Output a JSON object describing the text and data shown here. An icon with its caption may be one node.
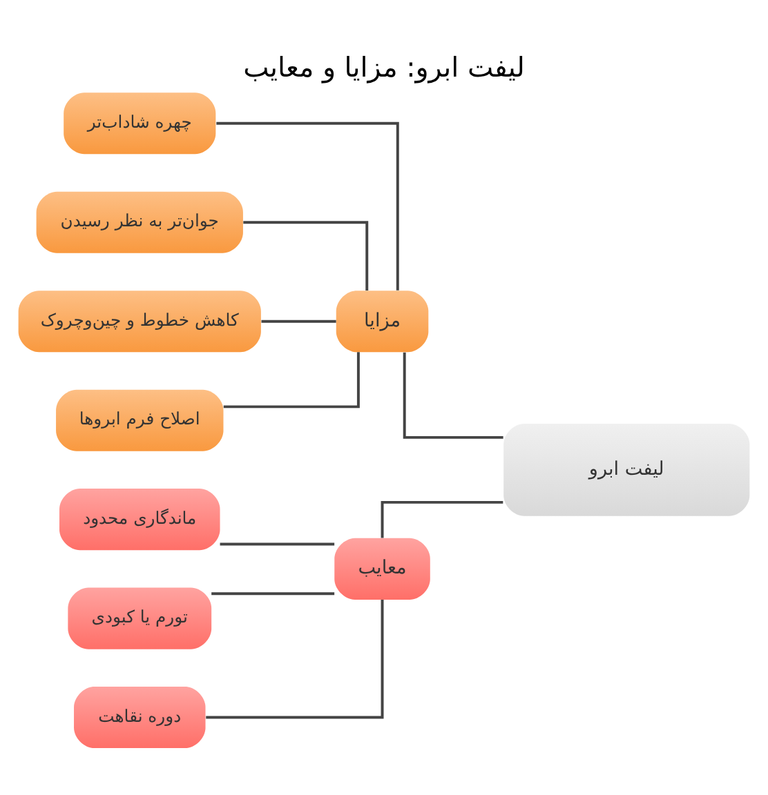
{
  "diagram": {
    "title": "لیفت ابرو: مزایا و معایب",
    "nodes": [
      {
        "text": [
          "لیفت ابرو"
        ]
      },
      {
        "text": [
          "مزایا"
        ]
      },
      {
        "text": [
          "چهره شاداب‌تر"
        ]
      },
      {
        "text": [
          "جوان‌تر به نظر رسیدن"
        ]
      },
      {
        "text": [
          "کاهش خطوط و چین‌وچروک"
        ]
      },
      {
        "text": [
          "اصلاح فرم ابروها"
        ]
      },
      {
        "text": [
          "معایب"
        ]
      },
      {
        "text": [
          "ماندگاری محدود"
        ]
      },
      {
        "text": [
          "تورم یا کبودی"
        ]
      },
      {
        "text": [
          "دوره نقاهت"
        ]
      }
    ],
    "edges": [
      {
        "from": 0,
        "to": 1,
        "arrow": "none"
      },
      {
        "from": 0,
        "to": 6,
        "arrow": "none"
      },
      {
        "from": 1,
        "to": 2,
        "arrow": "none"
      },
      {
        "from": 1,
        "to": 3,
        "arrow": "none"
      },
      {
        "from": 1,
        "to": 4,
        "arrow": "none"
      },
      {
        "from": 1,
        "to": 5,
        "arrow": "none"
      },
      {
        "from": 6,
        "to": 7,
        "arrow": "none"
      },
      {
        "from": 6,
        "to": 8,
        "arrow": "none"
      },
      {
        "from": 6,
        "to": 9,
        "arrow": "none"
      }
    ]
  }
}
